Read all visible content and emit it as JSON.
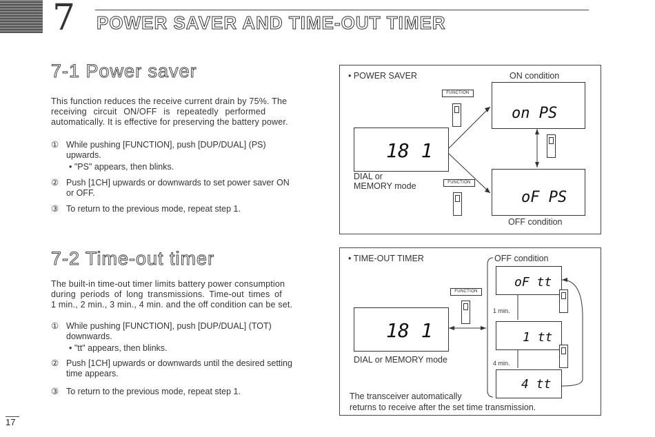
{
  "chapter": {
    "number": "7",
    "title": "POWER SAVER AND TIME-OUT TIMER"
  },
  "sections": {
    "power_saver": {
      "title": "7-1 Power saver",
      "intro": [
        "This function reduces the receive current drain by 75%. The",
        "receiving circuit ON/OFF is repeatedly performed",
        "automatically. It is effective for preserving the battery power."
      ],
      "step1_num": "①",
      "step1_lines": [
        "While pushing [FUNCTION], push [DUP/DUAL] (PS)",
        "upwards."
      ],
      "step1_note": "• \"PS\" appears, then blinks.",
      "step2_num": "②",
      "step2_lines": [
        "Push [1CH] upwards or downwards to set power saver ON",
        "or OFF."
      ],
      "step3_num": "③",
      "step3_text": "To return to the previous mode, repeat step 1."
    },
    "timeout_timer": {
      "title": "7-2 Time-out timer",
      "intro": [
        "The built-in time-out timer limits battery power consumption",
        "during periods of long transmissions. Time-out times of",
        "1 min., 2 min., 3 min., 4 min. and the off condition can be set."
      ],
      "step1_num": "①",
      "step1_lines": [
        "While pushing [FUNCTION], push [DUP/DUAL] (TOT)",
        "downwards."
      ],
      "step1_note": "• \"tt\" appears, then blinks.",
      "step2_num": "②",
      "step2_lines": [
        "Push [1CH] upwards or downwards until the desired setting",
        "time appears."
      ],
      "step3_num": "③",
      "step3_text": "To return to the previous mode, repeat step 1."
    }
  },
  "diagram_power_saver": {
    "title": "• POWER SAVER",
    "on_label": "ON condition",
    "off_label": "OFF condition",
    "mode_label_1": "DIAL or",
    "mode_label_2": "MEMORY mode",
    "function_tag": "FUNCTION",
    "main_lcd": "18  1",
    "on_lcd": "on  PS",
    "off_lcd": "oF  PS"
  },
  "diagram_timeout": {
    "title": "• TIME-OUT TIMER",
    "off_label": "OFF condition",
    "mode_label": "DIAL or MEMORY mode",
    "function_tag": "FUNCTION",
    "main_lcd": "18  1",
    "lcd_off": "oF  tt",
    "lcd_1": "1  tt",
    "lcd_4": "4  tt",
    "min1": "1 min.",
    "min4": "4 min.",
    "caption_1": "The transceiver automatically",
    "caption_2": "returns to receive after the set time transmission."
  },
  "page_number": "17"
}
